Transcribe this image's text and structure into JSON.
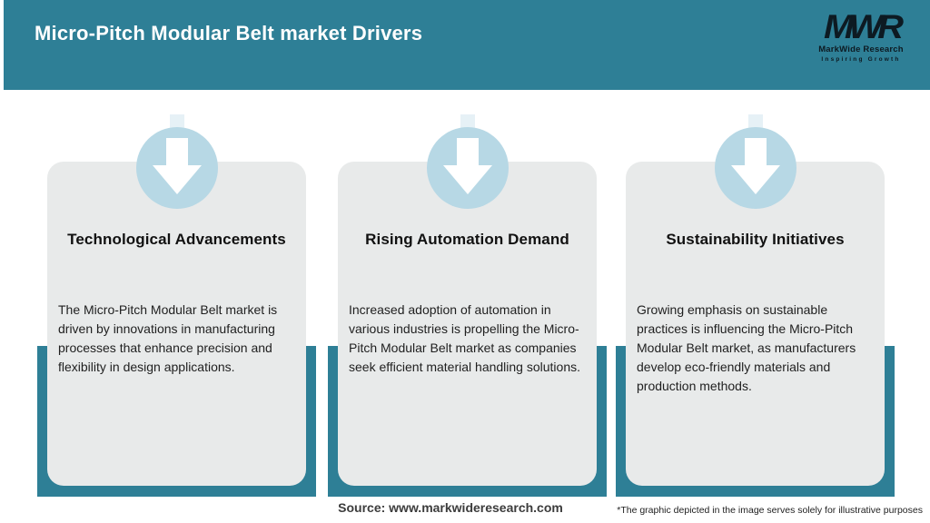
{
  "header": {
    "title": "Micro-Pitch Modular Belt market Drivers",
    "logo": {
      "acronym": "MWR",
      "name": "MarkWide Research",
      "tagline": "Inspiring Growth"
    }
  },
  "cards": [
    {
      "title": "Technological Advancements",
      "description": "The Micro-Pitch Modular Belt market is driven by innovations in manufacturing processes that enhance precision and flexibility in design applications."
    },
    {
      "title": "Rising Automation Demand",
      "description": "Increased adoption of automation in various industries is propelling the Micro-Pitch Modular Belt market as companies seek efficient material handling solutions."
    },
    {
      "title": "Sustainability Initiatives",
      "description": "Growing emphasis on sustainable practices is influencing the Micro-Pitch Modular Belt market, as manufacturers develop eco-friendly materials and production methods."
    }
  ],
  "footer": {
    "source": "Source: www.markwideresearch.com",
    "disclaimer": "*The graphic depicted in the image serves solely for illustrative purposes"
  },
  "colors": {
    "teal": "#2E7F96",
    "circle_blue": "#B7D8E5",
    "card_bg": "#E8EAEA",
    "logo_dark": "#0D1A22",
    "arrow": "#FFFFFF"
  }
}
